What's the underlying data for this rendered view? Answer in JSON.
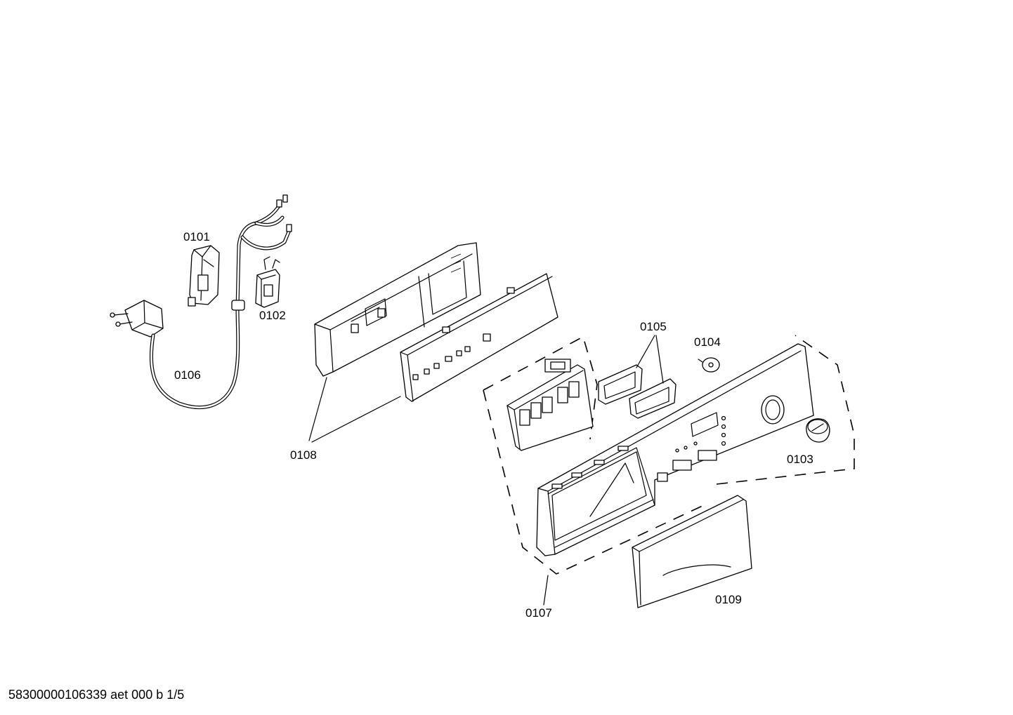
{
  "labels": {
    "p0101": "0101",
    "p0102": "0102",
    "p0103": "0103",
    "p0104": "0104",
    "p0105": "0105",
    "p0106": "0106",
    "p0107": "0107",
    "p0108": "0108",
    "p0109": "0109"
  },
  "footer": {
    "text": "58300000106339 aet 000 b 1/5"
  }
}
